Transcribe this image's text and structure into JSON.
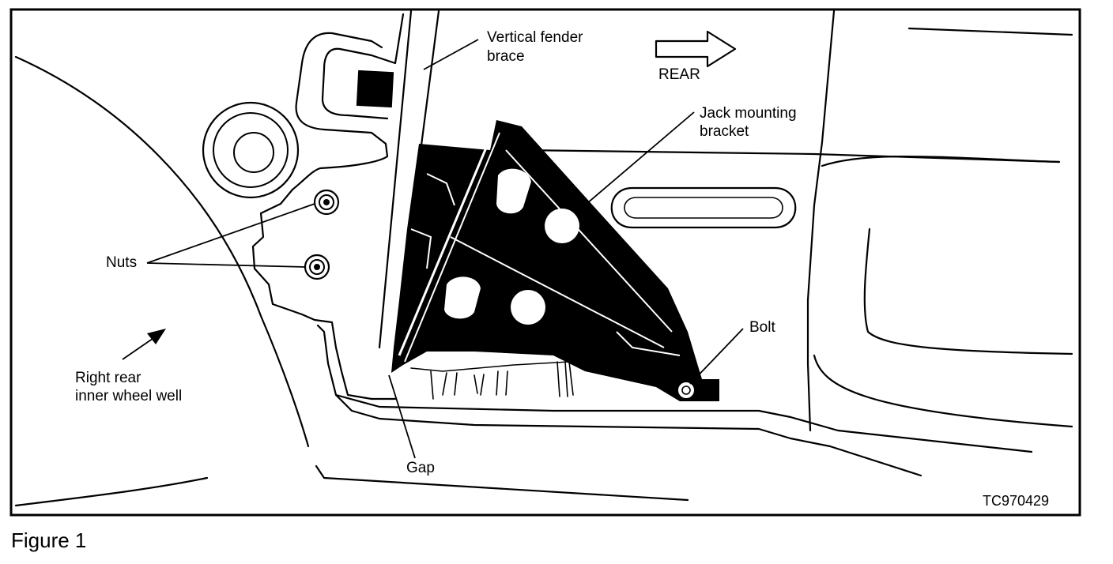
{
  "figure": {
    "caption": "Figure 1",
    "reference_code": "TC970429",
    "direction_label": "REAR",
    "labels": {
      "vertical_fender_brace_line1": "Vertical fender",
      "vertical_fender_brace_line2": "brace",
      "jack_mounting_bracket_line1": "Jack mounting",
      "jack_mounting_bracket_line2": "bracket",
      "nuts": "Nuts",
      "bolt": "Bolt",
      "gap": "Gap",
      "wheel_well_line1": "Right rear",
      "wheel_well_line2": "inner wheel well"
    },
    "colors": {
      "ink": "#000000",
      "paper": "#ffffff"
    }
  }
}
